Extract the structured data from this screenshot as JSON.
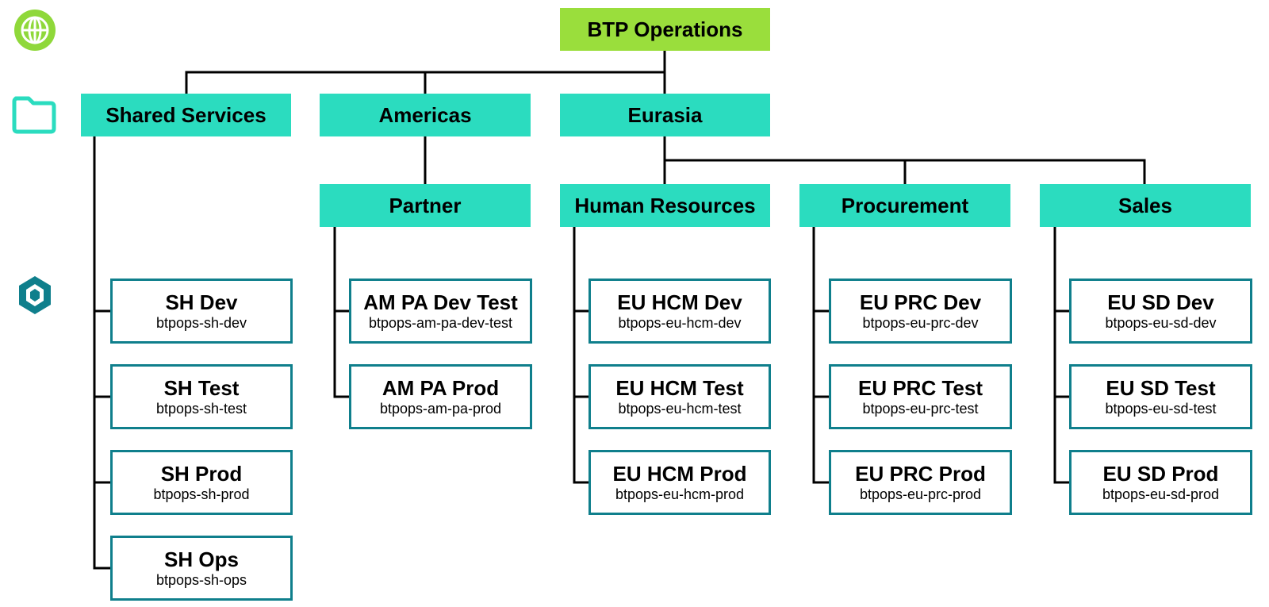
{
  "colors": {
    "root_fill": "#9ade3c",
    "folder_fill": "#2bdcbf",
    "account_border": "#0f7f8c",
    "connector": "#000000",
    "globe_icon": "#8fd83a",
    "folder_icon": "#2bdcbf",
    "subaccount_icon": "#0f7f8c"
  },
  "legend_icons": [
    "globe-icon",
    "folder-icon",
    "subaccount-icon"
  ],
  "root": {
    "label": "BTP Operations"
  },
  "folders": {
    "shared_services": "Shared Services",
    "americas": "Americas",
    "eurasia": "Eurasia",
    "partner": "Partner",
    "human_resources": "Human Resources",
    "procurement": "Procurement",
    "sales": "Sales"
  },
  "accounts": {
    "sh": [
      {
        "title": "SH Dev",
        "id": "btpops-sh-dev"
      },
      {
        "title": "SH Test",
        "id": "btpops-sh-test"
      },
      {
        "title": "SH Prod",
        "id": "btpops-sh-prod"
      },
      {
        "title": "SH Ops",
        "id": "btpops-sh-ops"
      }
    ],
    "am": [
      {
        "title": "AM PA Dev Test",
        "id": "btpops-am-pa-dev-test"
      },
      {
        "title": "AM PA Prod",
        "id": "btpops-am-pa-prod"
      }
    ],
    "hcm": [
      {
        "title": "EU HCM Dev",
        "id": "btpops-eu-hcm-dev"
      },
      {
        "title": "EU HCM Test",
        "id": "btpops-eu-hcm-test"
      },
      {
        "title": "EU HCM Prod",
        "id": "btpops-eu-hcm-prod"
      }
    ],
    "prc": [
      {
        "title": "EU PRC Dev",
        "id": "btpops-eu-prc-dev"
      },
      {
        "title": "EU PRC Test",
        "id": "btpops-eu-prc-test"
      },
      {
        "title": "EU PRC Prod",
        "id": "btpops-eu-prc-prod"
      }
    ],
    "sd": [
      {
        "title": "EU SD Dev",
        "id": "btpops-eu-sd-dev"
      },
      {
        "title": "EU SD Test",
        "id": "btpops-eu-sd-test"
      },
      {
        "title": "EU SD Prod",
        "id": "btpops-eu-sd-prod"
      }
    ]
  }
}
